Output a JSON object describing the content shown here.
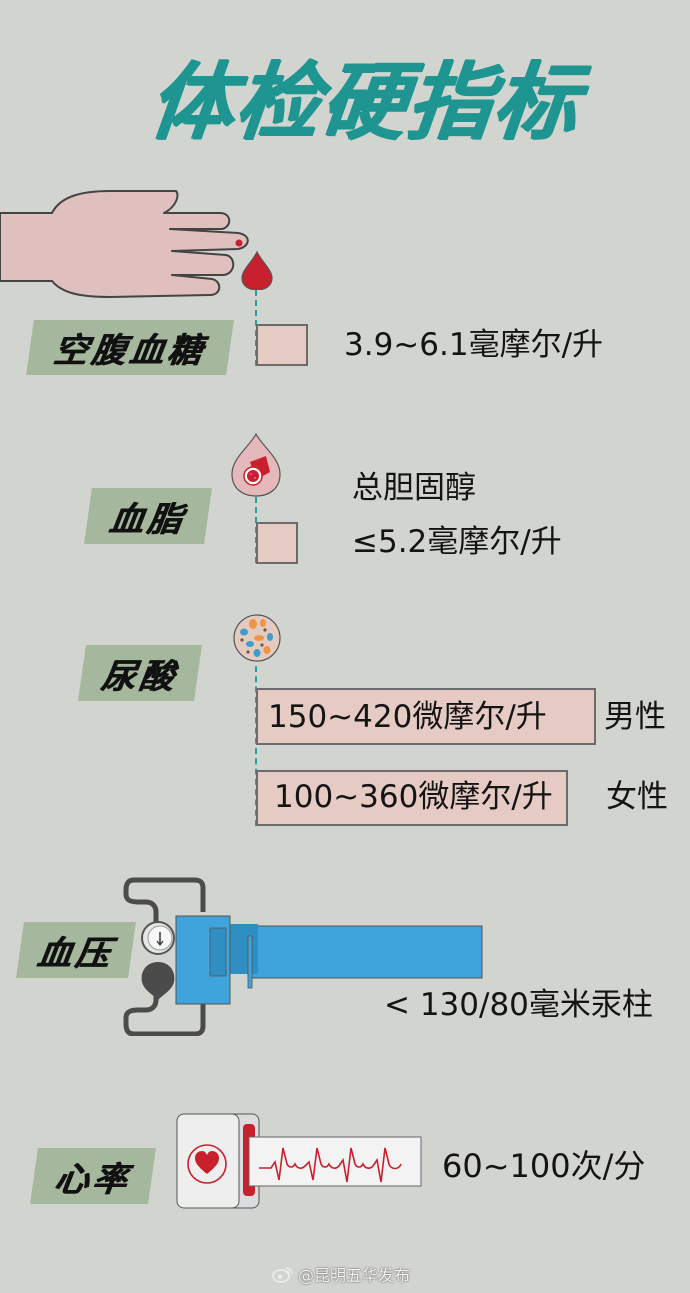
{
  "title": "体检硬指标",
  "sections": {
    "blood_sugar": {
      "label": "空腹血糖",
      "value": "3.9~6.1毫摩尔/升",
      "icon": "blood-drop-icon"
    },
    "blood_lipid": {
      "label": "血脂",
      "subtitle": "总胆固醇",
      "value": "≤5.2毫摩尔/升",
      "icon": "blood-vessel-drop-icon"
    },
    "uric_acid": {
      "label": "尿酸",
      "icon": "uric-acid-crystals-icon",
      "ranges": [
        {
          "value": "150~420微摩尔/升",
          "gender": "男性"
        },
        {
          "value": "100~360微摩尔/升",
          "gender": "女性"
        }
      ]
    },
    "blood_pressure": {
      "label": "血压",
      "value": "< 130/80毫米汞柱",
      "icon": "sphygmomanometer-icon"
    },
    "heart_rate": {
      "label": "心率",
      "value": "60~100次/分",
      "icon": "heart-monitor-icon"
    }
  },
  "watermark": "@昆明五华发布",
  "colors": {
    "background": "#d2d4cf",
    "title": "#1e9590",
    "tag": "#a5b79c",
    "box": "#e5cbc3",
    "blood": "#c8202c",
    "cuff": "#3fa3dc",
    "dash": "#2a9e98"
  }
}
